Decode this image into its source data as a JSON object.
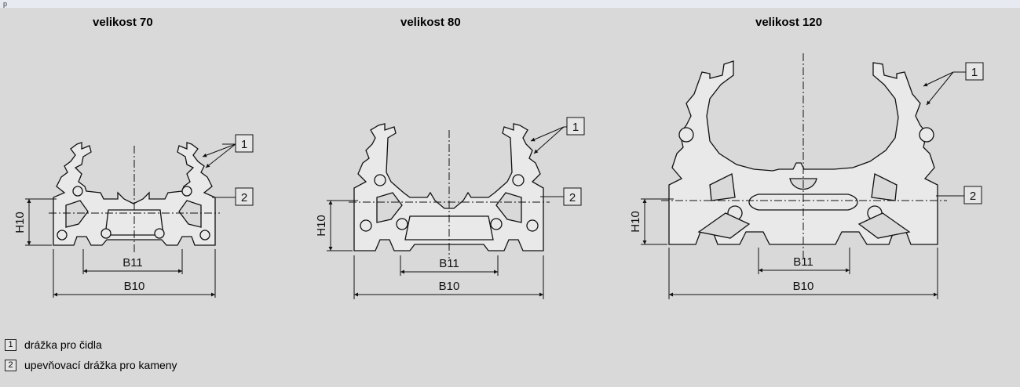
{
  "header": {
    "top_mark": "p"
  },
  "profiles": [
    {
      "title": "velikost 70",
      "dims": {
        "width": "B10",
        "slot_width": "B11",
        "height": "H10"
      },
      "callouts": [
        "1",
        "2"
      ]
    },
    {
      "title": "velikost 80",
      "dims": {
        "width": "B10",
        "slot_width": "B11",
        "height": "H10"
      },
      "callouts": [
        "1",
        "2"
      ]
    },
    {
      "title": "velikost 120",
      "dims": {
        "width": "B10",
        "slot_width": "B11",
        "height": "H10"
      },
      "callouts": [
        "1",
        "2"
      ]
    }
  ],
  "legend": [
    {
      "num": "1",
      "text": "drážka pro čidla"
    },
    {
      "num": "2",
      "text": "upevňovací drážka pro kameny"
    }
  ],
  "colors": {
    "background": "#d9d9d9",
    "profile_fill": "#e9e9e9",
    "line": "#111111",
    "topbar": "#e7eaf1"
  }
}
